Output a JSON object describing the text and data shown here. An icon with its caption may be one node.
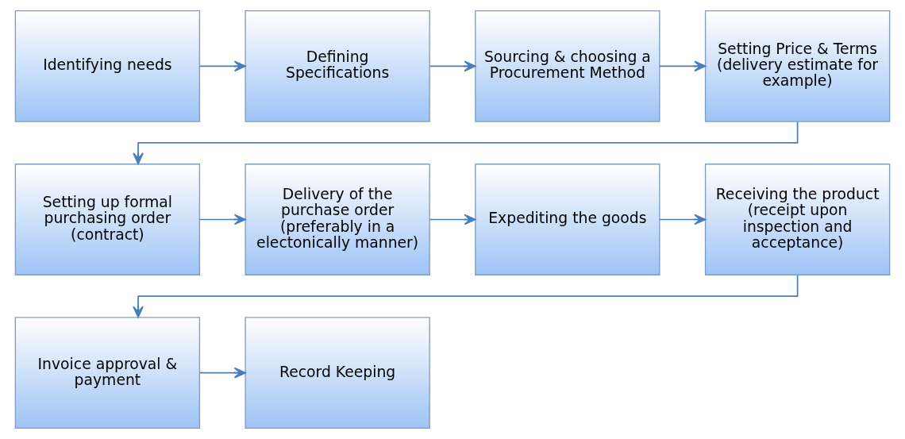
{
  "diagram": {
    "nodes": [
      {
        "text": [
          "Identifying needs"
        ]
      },
      {
        "text": [
          "Defining Specifications"
        ]
      },
      {
        "text": [
          "Sourcing & choosing a Procurement Method"
        ]
      },
      {
        "text": [
          "Setting Price & Terms (delivery estimate for example)"
        ]
      },
      {
        "text": [
          "Setting up formal purchasing order (contract)"
        ]
      },
      {
        "text": [
          "Delivery of the purchase order (preferably in a electonically manner)"
        ]
      },
      {
        "text": [
          "Expediting the goods"
        ]
      },
      {
        "text": [
          "Receiving the product (receipt upon inspection and acceptance)"
        ]
      },
      {
        "text": [
          "Invoice approval & payment"
        ]
      },
      {
        "text": [
          "Record Keeping"
        ]
      }
    ],
    "edges": [
      {
        "from": 0,
        "to": 1,
        "arrow": "to"
      },
      {
        "from": 1,
        "to": 2,
        "arrow": "to"
      },
      {
        "from": 2,
        "to": 3,
        "arrow": "to"
      },
      {
        "from": 3,
        "to": 4,
        "arrow": "to"
      },
      {
        "from": 4,
        "to": 5,
        "arrow": "to"
      },
      {
        "from": 5,
        "to": 6,
        "arrow": "to"
      },
      {
        "from": 6,
        "to": 7,
        "arrow": "to"
      },
      {
        "from": 7,
        "to": 8,
        "arrow": "to"
      },
      {
        "from": 8,
        "to": 9,
        "arrow": "to"
      }
    ]
  }
}
